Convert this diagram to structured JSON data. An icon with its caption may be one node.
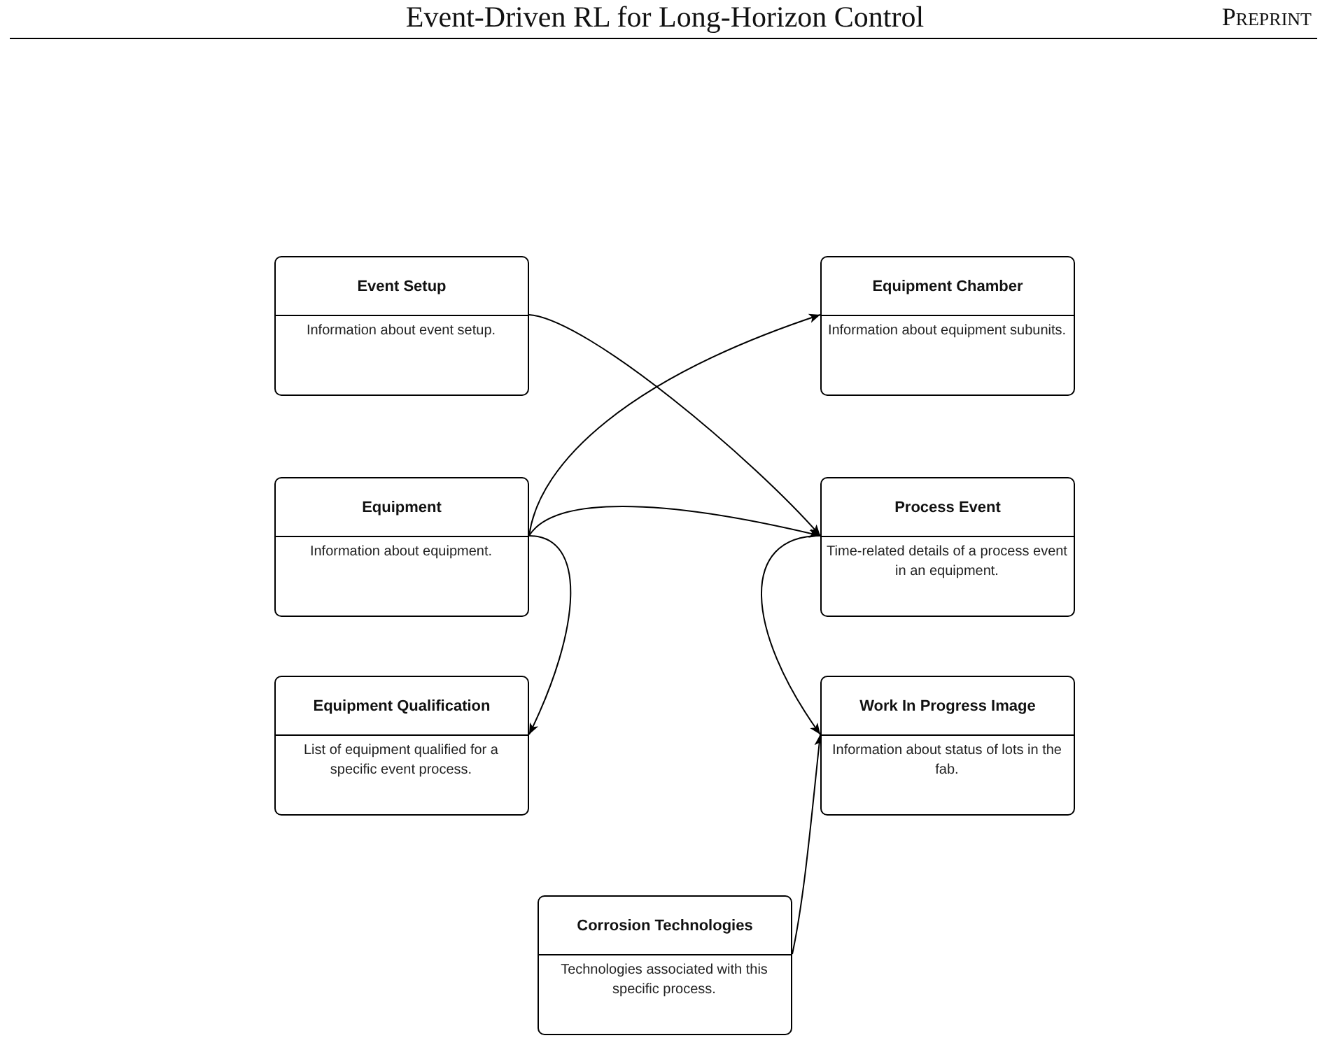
{
  "diagram": {
    "nodes": [
      {
        "text": [
          "Event Setup",
          "Information about event setup."
        ]
      },
      {
        "text": [
          "Equipment Chamber",
          "Information about equipment subunits."
        ]
      },
      {
        "text": [
          "Equipment",
          "Information about equipment."
        ]
      },
      {
        "text": [
          "Process Event",
          "Time-related details of a process event in an equipment."
        ]
      },
      {
        "text": [
          "Equipment Qualification",
          "List of equipment qualified for a specific event process."
        ]
      },
      {
        "text": [
          "Work In Progress Image",
          "Information about status of lots in the fab."
        ]
      },
      {
        "text": [
          "Corrosion Technologies",
          "Technologies associated with this specific process."
        ]
      }
    ],
    "edges": [
      {
        "from": 0,
        "to": 3,
        "arrow": "to"
      },
      {
        "from": 2,
        "to": 1,
        "arrow": "to"
      },
      {
        "from": 2,
        "to": 3,
        "arrow": "to"
      },
      {
        "from": 2,
        "to": 4,
        "arrow": "to"
      },
      {
        "from": 3,
        "to": 5,
        "arrow": "to"
      },
      {
        "from": 6,
        "to": 5,
        "arrow": "to"
      }
    ],
    "labels": [
      "Event-Driven RL for Long-Horizon Control",
      "Preprint"
    ]
  }
}
